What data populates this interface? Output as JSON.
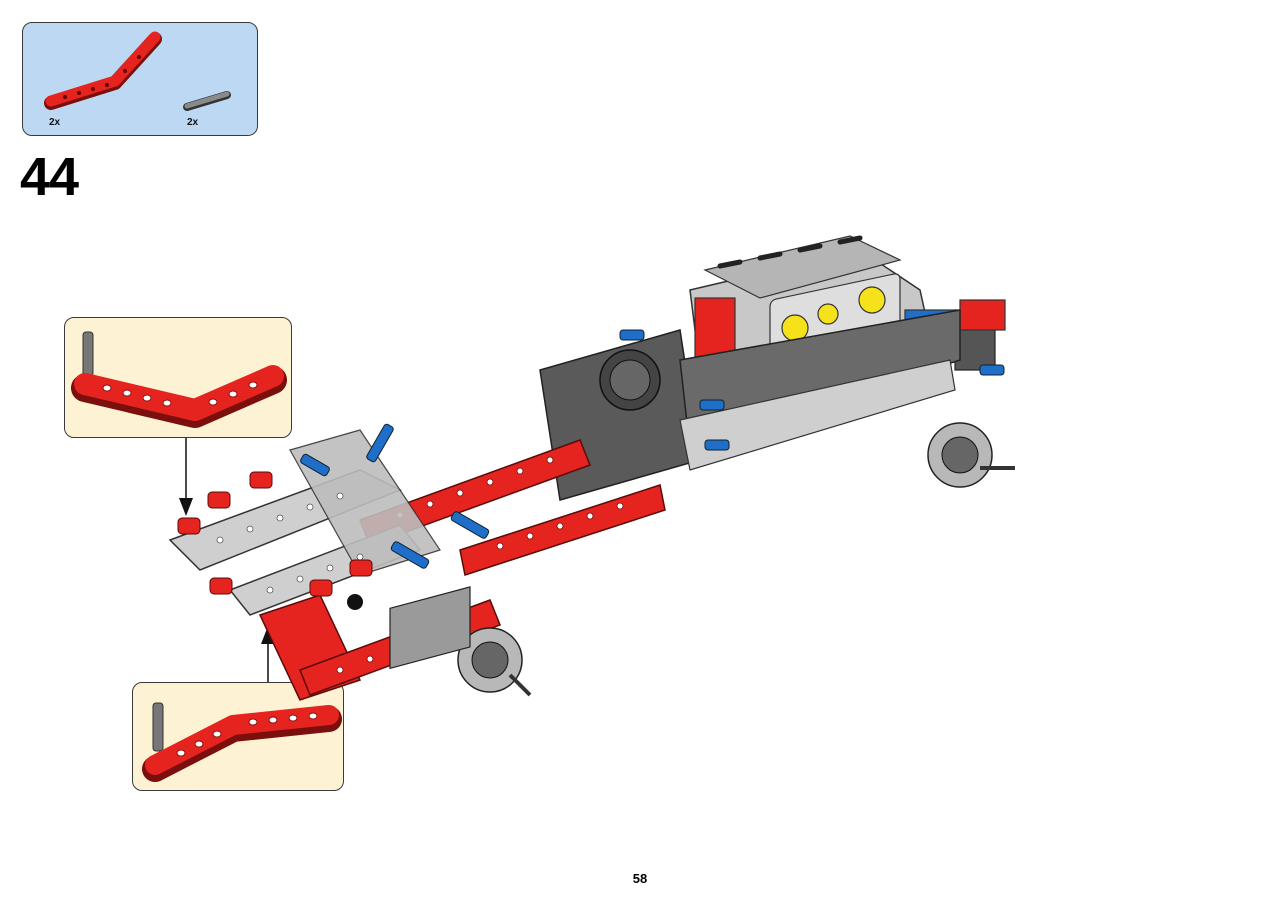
{
  "parts_list": {
    "items": [
      {
        "name": "red-bent-liftarm",
        "quantity": "2x"
      },
      {
        "name": "grey-axle-pin",
        "quantity": "2x"
      }
    ]
  },
  "step": {
    "number": "44"
  },
  "page": {
    "number": "58"
  },
  "colors": {
    "parts_box_bg": "#bcd8f2",
    "callout_bg": "#fdf2d3",
    "brick_red": "#e52420",
    "light_grey": "#c8c8c8",
    "dark_grey": "#555555",
    "blue": "#1f6fc9",
    "yellow": "#f6e21a"
  }
}
